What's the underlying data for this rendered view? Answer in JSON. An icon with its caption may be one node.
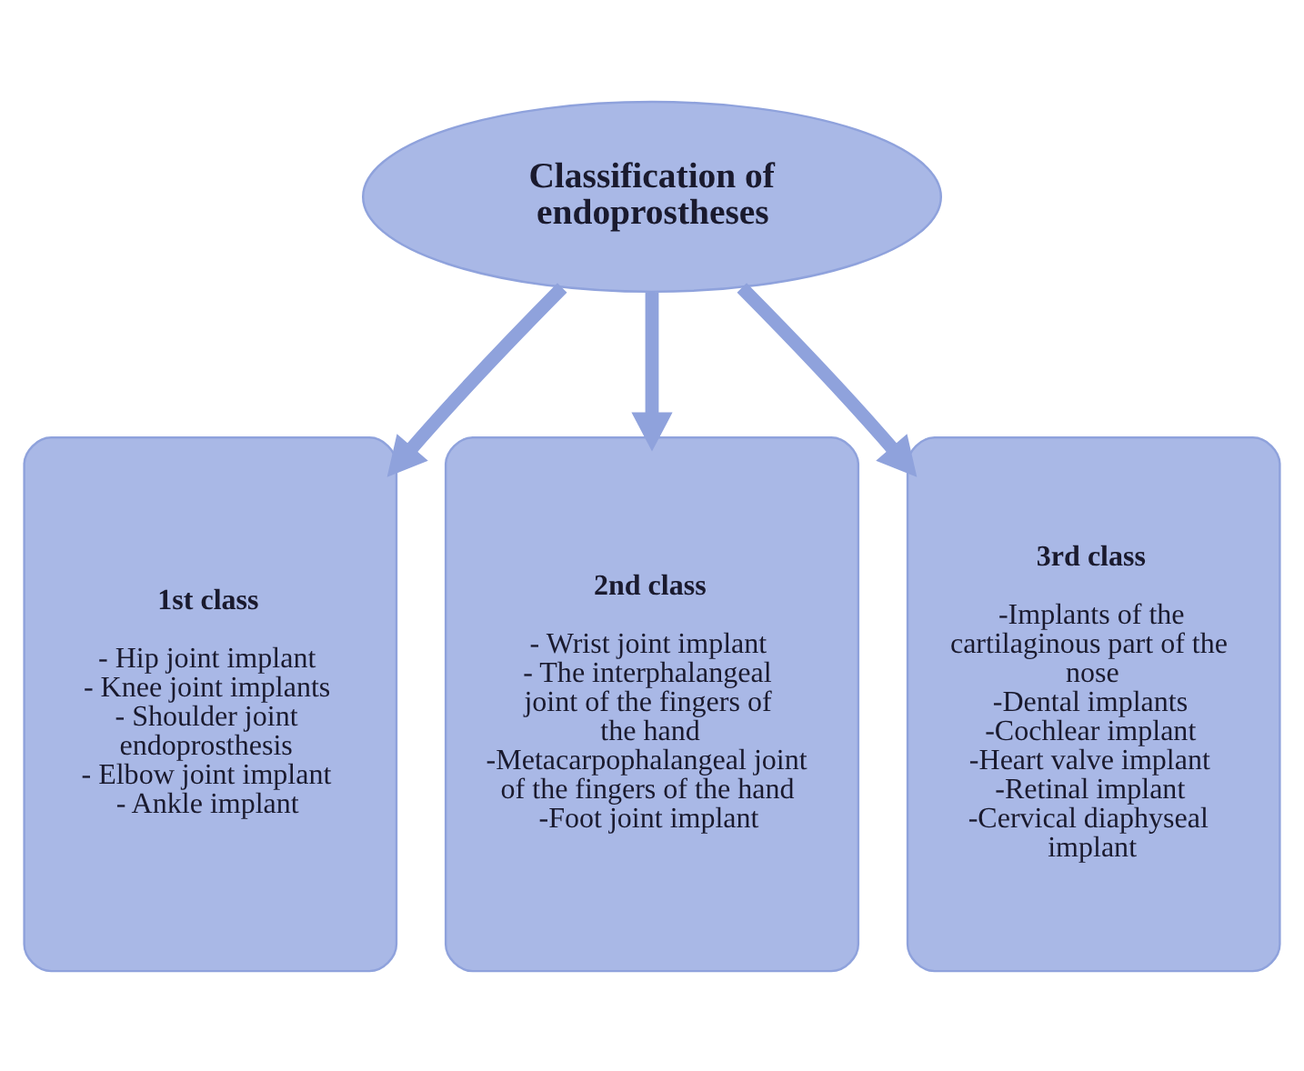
{
  "diagram": {
    "nodes": [
      {
        "text": [
          "Classification of endoprostheses"
        ]
      },
      {
        "text": [
          "1st class",
          "- Hip joint implant",
          "- Knee joint implants",
          "- Shoulder joint endoprosthesis",
          "- Elbow joint implant",
          "- Ankle implant"
        ]
      },
      {
        "text": [
          "2nd class",
          "- Wrist joint implant",
          "- The interphalangeal joint of the fingers of the hand",
          "-Metacarpophalangeal joint of the fingers of the hand",
          "-Foot joint implant"
        ]
      },
      {
        "text": [
          "3rd class",
          "-Implants of the cartilaginous part of the nose",
          "-Dental implants",
          "-Cochlear implant",
          "-Heart valve implant",
          "-Retinal implant",
          "-Cervical diaphyseal implant"
        ]
      }
    ],
    "edges": [
      {
        "from": 0,
        "to": 1,
        "arrow": "to"
      },
      {
        "from": 0,
        "to": 2,
        "arrow": "to"
      },
      {
        "from": 0,
        "to": 3,
        "arrow": "to"
      }
    ]
  }
}
